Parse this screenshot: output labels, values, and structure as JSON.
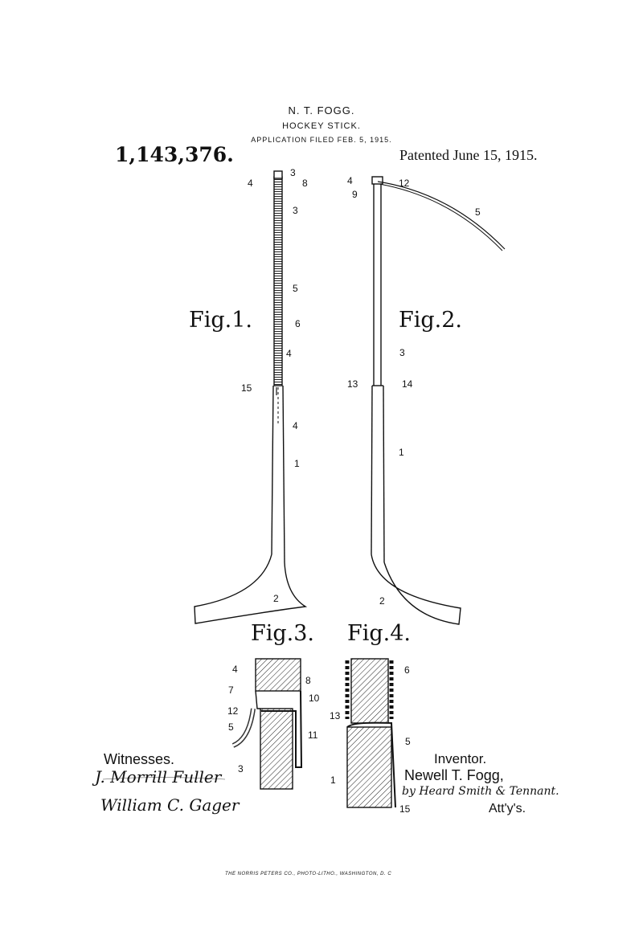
{
  "header": {
    "inventor": "N. T. FOGG.",
    "title": "HOCKEY STICK.",
    "filed": "APPLICATION FILED FEB. 5, 1915.",
    "patent_number": "1,143,376.",
    "patented": "Patented June 15, 1915."
  },
  "figures": {
    "fig1": "Fig.1.",
    "fig2": "Fig.2.",
    "fig3": "Fig.3.",
    "fig4": "Fig.4."
  },
  "labels": {
    "fig1": [
      "3",
      "4",
      "8",
      "3",
      "5",
      "6",
      "4",
      "15",
      "4",
      "1",
      "2"
    ],
    "fig2": [
      "4",
      "12",
      "9",
      "5",
      "3",
      "13",
      "14",
      "1",
      "2"
    ],
    "fig3": [
      "4",
      "8",
      "7",
      "10",
      "12",
      "5",
      "11",
      "3"
    ],
    "fig4": [
      "6",
      "13",
      "5",
      "1",
      "15"
    ]
  },
  "witnesses": {
    "heading": "Witnesses.",
    "names": [
      "J. Morrill Fuller",
      "William C. Gager"
    ]
  },
  "inventor_block": {
    "heading": "Inventor.",
    "name": "Newell T. Fogg,",
    "attorneys": "by Heard Smith & Tennant.",
    "suffix": "Att'y's."
  },
  "footer": "THE NORRIS PETERS CO., PHOTO-LITHO., WASHINGTON, D. C"
}
